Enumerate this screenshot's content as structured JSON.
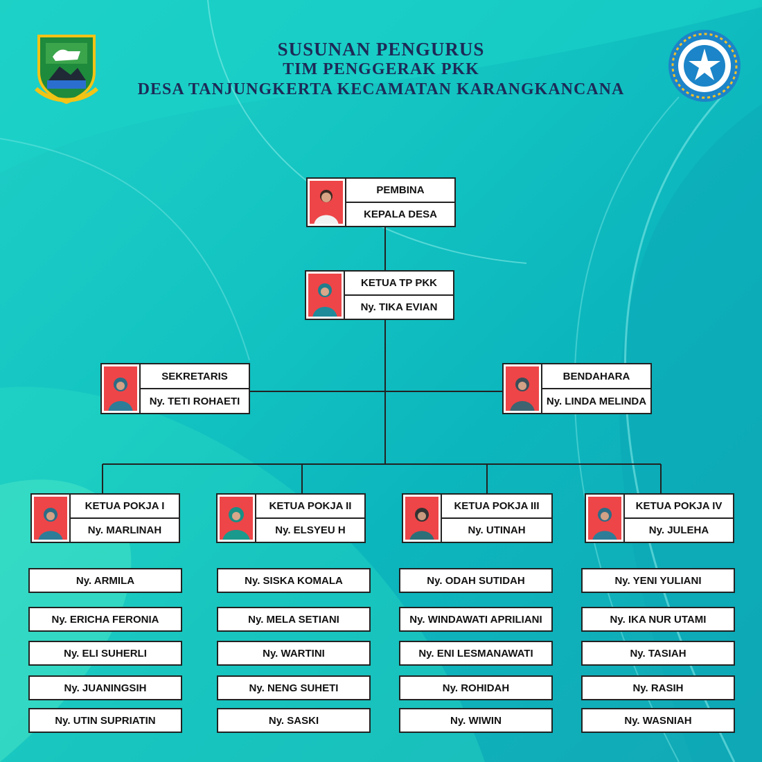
{
  "header": {
    "line1": "SUSUNAN PENGURUS",
    "line2": "TIM PENGGERAK PKK",
    "line3": "DESA TANJUNGKERTA KECAMATAN KARANGKANCANA",
    "logo_left_icon": "kuningan-regency-crest",
    "logo_right_icon": "pkk-emblem"
  },
  "colors": {
    "title": "#1d2a57",
    "photo_bg": "#ee4548",
    "background": "#13c4c2"
  },
  "org": {
    "pembina": {
      "role": "PEMBINA",
      "name": "KEPALA DESA"
    },
    "ketua": {
      "role": "KETUA TP PKK",
      "name": "Ny. TIKA EVIAN"
    },
    "sekretaris": {
      "role": "SEKRETARIS",
      "name": "Ny. TETI ROHAETI"
    },
    "bendahara": {
      "role": "BENDAHARA",
      "name": "Ny. LINDA MELINDA"
    },
    "pokja": [
      {
        "role": "KETUA POKJA I",
        "name": "Ny. MARLINAH",
        "members": [
          "Ny. ARMILA",
          "Ny. ERICHA FERONIA",
          "Ny. ELI SUHERLI",
          "Ny. JUANINGSIH",
          "Ny. UTIN SUPRIATIN"
        ]
      },
      {
        "role": "KETUA POKJA II",
        "name": "Ny. ELSYEU H",
        "members": [
          "Ny. SISKA KOMALA",
          "Ny. MELA SETIANI",
          "Ny. WARTINI",
          "Ny. NENG SUHETI",
          "Ny. SASKI"
        ]
      },
      {
        "role": "KETUA POKJA III",
        "name": "Ny. UTINAH",
        "members": [
          "Ny. ODAH SUTIDAH",
          "Ny. WINDAWATI APRILIANI",
          "Ny. ENI LESMANAWATI",
          "Ny. ROHIDAH",
          "Ny. WIWIN"
        ]
      },
      {
        "role": "KETUA POKJA IV",
        "name": "Ny. JULEHA",
        "members": [
          "Ny. YENI YULIANI",
          "Ny. IKA NUR UTAMI",
          "Ny. TASIAH",
          "Ny. RASIH",
          "Ny. WASNIAH"
        ]
      }
    ]
  }
}
